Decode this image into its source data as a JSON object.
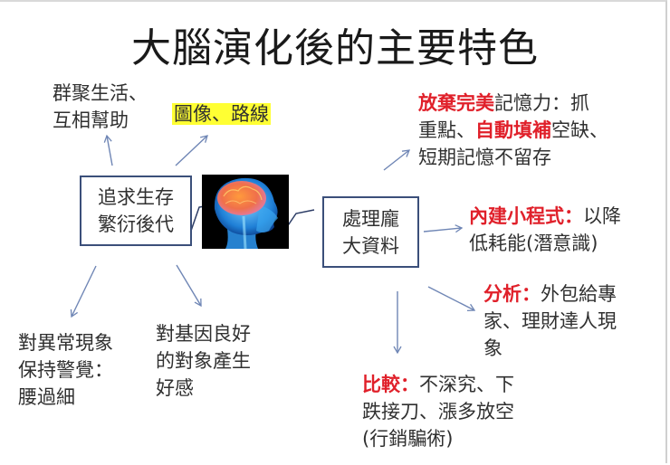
{
  "slide": {
    "title": "大腦演化後的主要特色",
    "center_left_box": {
      "line1": "追求生存",
      "line2": "繁衍後代"
    },
    "center_right_box": {
      "line1": "處理龐",
      "line2": "大資料"
    },
    "brain_image": {
      "description": "brain-xray-illustration"
    },
    "left_nodes": {
      "social": {
        "line1": "群聚生活、",
        "line2": "互相幫助"
      },
      "images_routes": {
        "text": "圖像、路線",
        "highlight_color": "#ffff33"
      },
      "anomaly": {
        "line1": "對異常現象",
        "line2": "保持警覺：",
        "line3": "腰過細"
      },
      "good_genes": {
        "line1": "對基因良好",
        "line2": "的對象產生",
        "line3": "好感"
      }
    },
    "right_nodes": {
      "memory": {
        "l1_red": "放棄完美",
        "l1_rest": "記憶力：抓",
        "l2_pre": "重點、",
        "l2_red": "自動填補",
        "l2_rest": "空缺、",
        "l3": "短期記憶不留存"
      },
      "builtin": {
        "l1_red": "內建小程式：",
        "l1_rest": "以降",
        "l2": "低耗能(潛意識)"
      },
      "analysis": {
        "l1_red": "分析：",
        "l1_rest": "外包給專",
        "l2": "家、理財達人現",
        "l3": "象"
      },
      "compare": {
        "l1_red": "比較：",
        "l1_rest": "不深究、下",
        "l2": "跌接刀、漲多放空",
        "l3": "(行銷騙術)"
      }
    },
    "colors": {
      "emphasis_red": "#e0202a",
      "box_border": "#3b4f7a",
      "arrow": "#6f86b5",
      "highlight": "#ffff33"
    }
  }
}
